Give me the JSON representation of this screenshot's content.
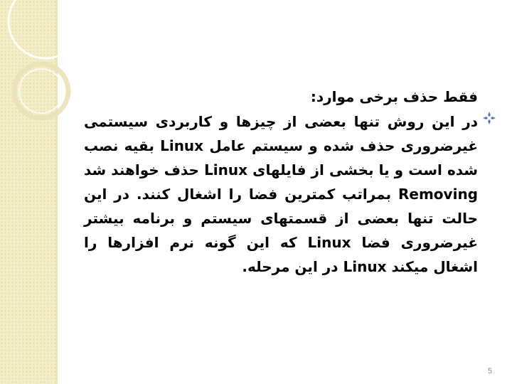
{
  "slide": {
    "subtitle": "فقط حذف برخی موارد:",
    "paragraph": "در این روش تنها بعضی از چیزها و کاربردی سیستمی غیرضروری حذف شده و سیستم عامل Linux بقیه نصب شده است و یا بخشی از فایلهای Linux حذف خواهند شد Removing بمراتب کمترین فضا را اشغال کنند. در این حالت تنها بعضی از قسمتهای سیستم و برنامه بیشتر غیرضروری فضا Linux که این گونه نرم افزارها را اشغال میکند Linux در این مرحله.",
    "page_number": "5",
    "bullet_icon": "diamond-bullet-icon",
    "colors": {
      "band": "#f4eec8",
      "bullet": "#4f7ab3",
      "text": "#000000"
    }
  }
}
